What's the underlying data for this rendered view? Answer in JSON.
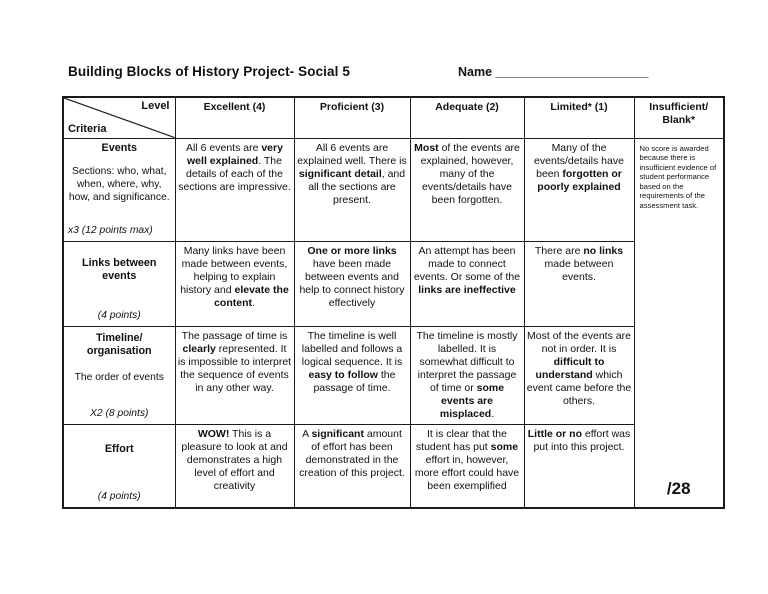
{
  "page": {
    "title": "Building Blocks of History Project- Social 5",
    "name_label": "Name",
    "name_line": "______________________"
  },
  "table": {
    "corner": {
      "level": "Level",
      "criteria": "Criteria"
    },
    "columns": [
      "Excellent (4)",
      "Proficient (3)",
      "Adequate (2)",
      "Limited* (1)",
      "Insufficient/\nBlank*"
    ],
    "insufficient_note": "No score is awarded because there is insufficient evidence of student performance based on the requirements of the assessment task.",
    "score": "/28",
    "rows": [
      {
        "criteria": {
          "title": "Events",
          "desc": "Sections: who, what, when, where, why, how, and significance.",
          "points": "x3 (12 points max)"
        },
        "cells": [
          [
            {
              "t": "All 6 events are "
            },
            {
              "t": "very well explained",
              "b": 1
            },
            {
              "t": ". The details of each of the sections are impressive."
            }
          ],
          [
            {
              "t": "All 6 events are explained well. There is "
            },
            {
              "t": "significant detail",
              "b": 1
            },
            {
              "t": ", and all the sections are present."
            }
          ],
          [
            {
              "t": "Most",
              "b": 1
            },
            {
              "t": " of the events are explained, however, many of the events/details have been forgotten."
            }
          ],
          [
            {
              "t": "Many of the events/details have been "
            },
            {
              "t": "forgotten or poorly explained",
              "b": 1
            }
          ]
        ]
      },
      {
        "criteria": {
          "title": "Links between events",
          "desc": "",
          "points": "(4 points)"
        },
        "cells": [
          [
            {
              "t": "Many links have been made between events, helping to explain history and "
            },
            {
              "t": "elevate the content",
              "b": 1
            },
            {
              "t": "."
            }
          ],
          [
            {
              "t": "One or more links",
              "b": 1
            },
            {
              "t": " have been made between events and help to connect history effectively"
            }
          ],
          [
            {
              "t": "An attempt has been made to connect events. Or some of the "
            },
            {
              "t": "links are ineffective",
              "b": 1
            }
          ],
          [
            {
              "t": "There are "
            },
            {
              "t": "no links",
              "b": 1
            },
            {
              "t": " made between events."
            }
          ]
        ]
      },
      {
        "criteria": {
          "title": "Timeline/\norganisation",
          "desc": "The order of events",
          "points": "X2 (8 points)"
        },
        "cells": [
          [
            {
              "t": "The passage of time is "
            },
            {
              "t": "clearly",
              "b": 1
            },
            {
              "t": " represented. It is impossible to interpret the sequence of events in any other way."
            }
          ],
          [
            {
              "t": "The timeline is well labelled and follows a logical sequence. It is "
            },
            {
              "t": "easy to follow",
              "b": 1
            },
            {
              "t": " the passage of time."
            }
          ],
          [
            {
              "t": "The timeline is mostly labelled. It is somewhat difficult to interpret the passage of time or "
            },
            {
              "t": "some events are misplaced",
              "b": 1
            },
            {
              "t": "."
            }
          ],
          [
            {
              "t": "Most of the events are not in order. It is "
            },
            {
              "t": "difficult to understand",
              "b": 1
            },
            {
              "t": " which event came before the others."
            }
          ]
        ]
      },
      {
        "criteria": {
          "title": "Effort",
          "desc": "",
          "points": "(4 points)"
        },
        "cells": [
          [
            {
              "t": "WOW!",
              "b": 1
            },
            {
              "t": " This is a pleasure to look at and demonstrates a high level of effort and creativity"
            }
          ],
          [
            {
              "t": "A "
            },
            {
              "t": "significant",
              "b": 1
            },
            {
              "t": " amount of effort has been demonstrated in the creation of this project."
            }
          ],
          [
            {
              "t": "It is clear that the student has put "
            },
            {
              "t": "some",
              "b": 1
            },
            {
              "t": " effort in, however, more effort could have been exemplified"
            }
          ],
          [
            {
              "t": "Little or no",
              "b": 1
            },
            {
              "t": " effort was put into this project."
            }
          ]
        ]
      }
    ]
  }
}
